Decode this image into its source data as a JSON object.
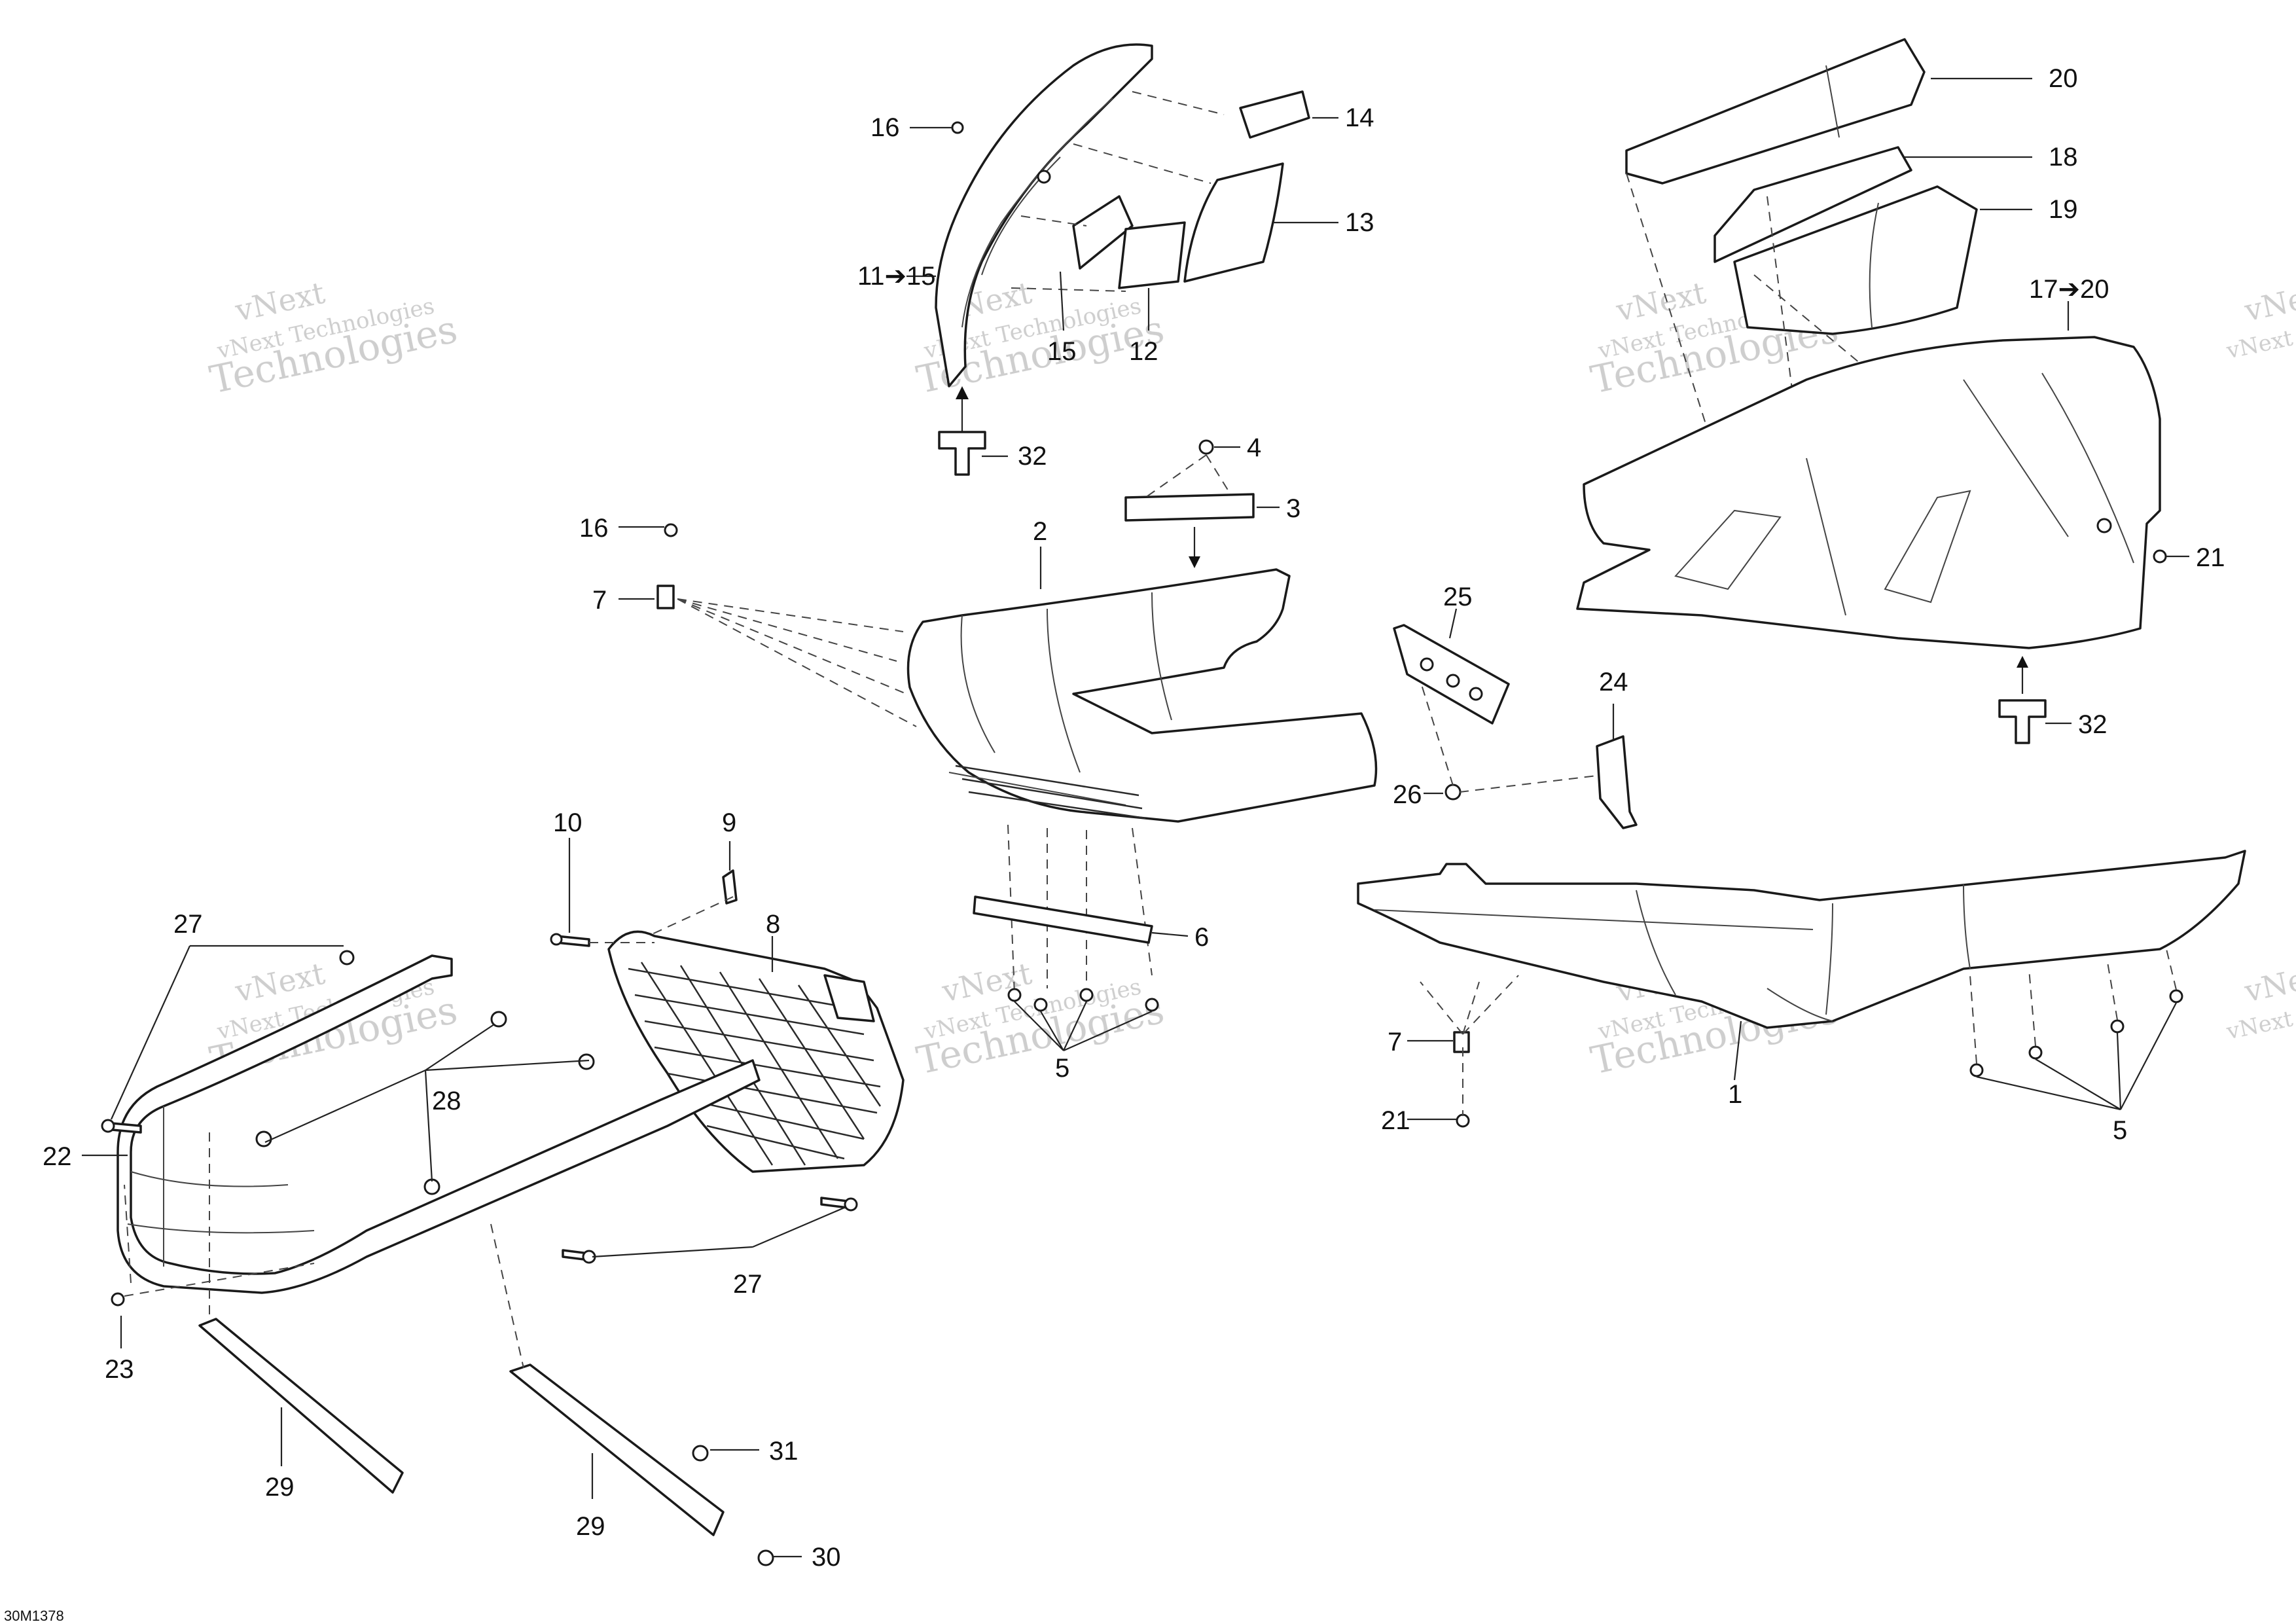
{
  "diagram": {
    "ref_code": "30M1378",
    "watermark_line1": "vNext Technologies",
    "watermark_line2": "Technologies",
    "watermark_line3": "vNext",
    "callouts": {
      "c1": "1",
      "c2": "2",
      "c3": "3",
      "c4": "4",
      "c5a": "5",
      "c5b": "5",
      "c6": "6",
      "c7a": "7",
      "c7b": "7",
      "c8": "8",
      "c9": "9",
      "c10": "10",
      "c11_15": "11➔15",
      "c12": "12",
      "c13": "13",
      "c14": "14",
      "c15": "15",
      "c16a": "16",
      "c16b": "16",
      "c17_20": "17➔20",
      "c18": "18",
      "c19": "19",
      "c20": "20",
      "c21a": "21",
      "c21b": "21",
      "c22": "22",
      "c23": "23",
      "c24": "24",
      "c25": "25",
      "c26": "26",
      "c27a": "27",
      "c27b": "27",
      "c28": "28",
      "c29a": "29",
      "c29b": "29",
      "c30": "30",
      "c31": "31",
      "c32a": "32",
      "c32b": "32"
    }
  }
}
